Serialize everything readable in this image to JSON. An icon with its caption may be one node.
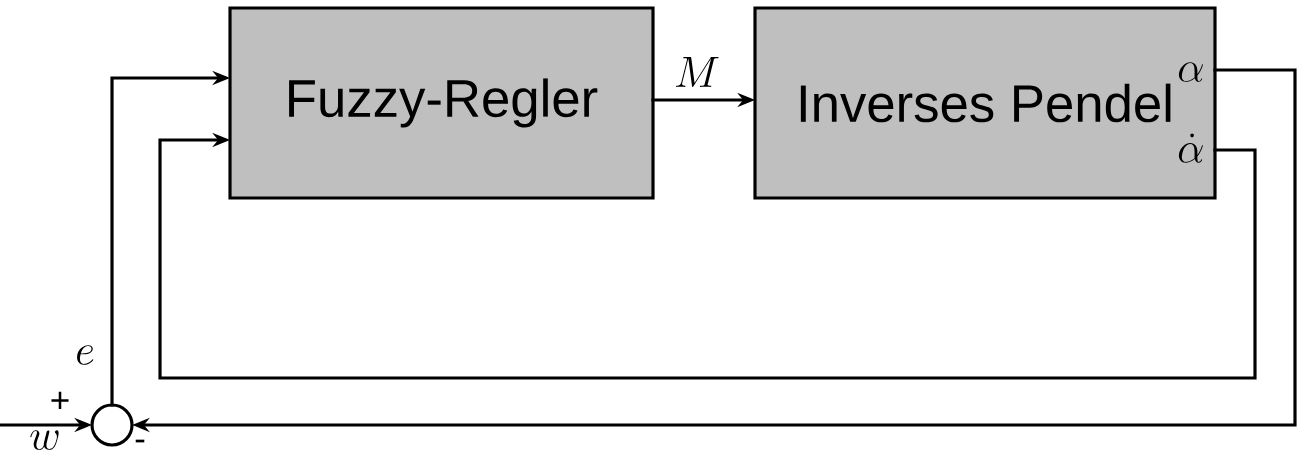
{
  "diagram": {
    "nodes": [
      {
        "text": [
          "Fuzzy-Regler"
        ]
      },
      {
        "text": [
          "Inverses Pendel"
        ]
      },
      {
        "text": [],
        "shape": "circle"
      }
    ],
    "edges": [
      {
        "from": 0,
        "to": 1,
        "arrow": "to",
        "label": "M"
      },
      {
        "from": 1,
        "to": 2,
        "arrow": "to"
      },
      {
        "from": 1,
        "to": 0,
        "arrow": "to"
      },
      {
        "from": 2,
        "to": 0,
        "arrow": "to",
        "label": "e"
      },
      {
        "from": null,
        "to": 2,
        "arrow": "to",
        "label": "w"
      }
    ],
    "labels": [
      "\\alpha",
      "\\dot{\\alpha}",
      "+",
      "-"
    ]
  }
}
